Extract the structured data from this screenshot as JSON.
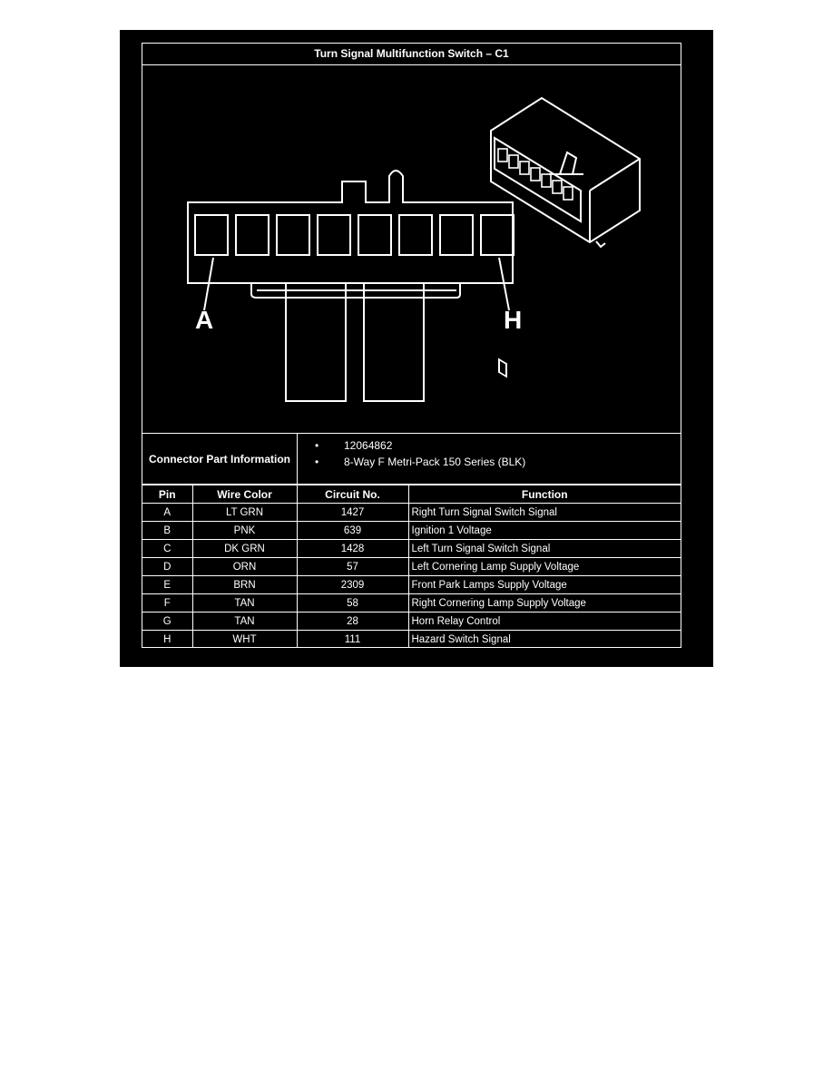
{
  "title": "Turn Signal Multifunction Switch – C1",
  "drawing": {
    "label_first": "A",
    "label_last": "H"
  },
  "connector": {
    "label": "Connector Part Information",
    "items": [
      "12064862",
      "8-Way F Metri-Pack 150 Series (BLK)"
    ]
  },
  "table": {
    "headers": [
      "Pin",
      "Wire Color",
      "Circuit No.",
      "Function"
    ],
    "rows": [
      [
        "A",
        "LT GRN",
        "1427",
        "Right Turn Signal Switch Signal"
      ],
      [
        "B",
        "PNK",
        "639",
        "Ignition 1 Voltage"
      ],
      [
        "C",
        "DK GRN",
        "1428",
        "Left Turn Signal Switch Signal"
      ],
      [
        "D",
        "ORN",
        "57",
        "Left Cornering Lamp Supply Voltage"
      ],
      [
        "E",
        "BRN",
        "2309",
        "Front Park Lamps Supply Voltage"
      ],
      [
        "F",
        "TAN",
        "58",
        "Right Cornering Lamp Supply Voltage"
      ],
      [
        "G",
        "TAN",
        "28",
        "Horn Relay Control"
      ],
      [
        "H",
        "WHT",
        "111",
        "Hazard Switch Signal"
      ]
    ]
  },
  "colors": {
    "background": "#000000",
    "line": "#ffffff"
  }
}
